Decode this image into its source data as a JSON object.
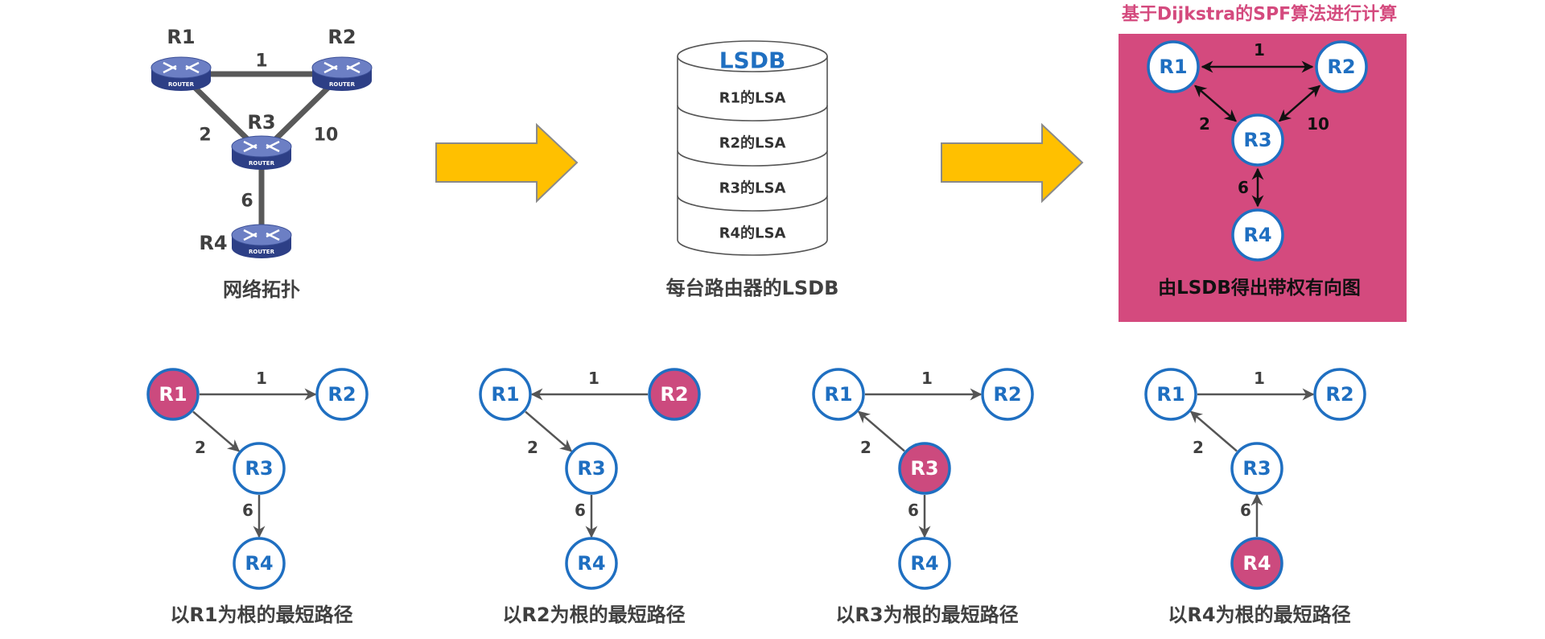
{
  "topology": {
    "caption": "网络拓扑",
    "routers": [
      {
        "id": "r1",
        "label": "R1",
        "icon_text": "ROUTER"
      },
      {
        "id": "r2",
        "label": "R2",
        "icon_text": "ROUTER"
      },
      {
        "id": "r3",
        "label": "R3",
        "icon_text": "ROUTER"
      },
      {
        "id": "r4",
        "label": "R4",
        "icon_text": "ROUTER"
      }
    ],
    "links": [
      {
        "from": "r1",
        "to": "r2",
        "cost": "1"
      },
      {
        "from": "r1",
        "to": "r3",
        "cost": "2"
      },
      {
        "from": "r2",
        "to": "r3",
        "cost": "10"
      },
      {
        "from": "r3",
        "to": "r4",
        "cost": "6"
      }
    ]
  },
  "lsdb": {
    "title": "LSDB",
    "entries": [
      "R1的LSA",
      "R2的LSA",
      "R3的LSA",
      "R4的LSA"
    ],
    "caption": "每台路由器的LSDB"
  },
  "graph": {
    "header": "基于Dijkstra的SPF算法进行计算",
    "caption": "由LSDB得出带权有向图",
    "nodes": [
      "R1",
      "R2",
      "R3",
      "R4"
    ],
    "edges": [
      {
        "a": "R1",
        "b": "R2",
        "cost": "1"
      },
      {
        "a": "R1",
        "b": "R3",
        "cost": "2"
      },
      {
        "a": "R2",
        "b": "R3",
        "cost": "10"
      },
      {
        "a": "R3",
        "b": "R4",
        "cost": "6"
      }
    ]
  },
  "trees": [
    {
      "root": "R1",
      "caption": "以R1为根的最短路径",
      "edges": [
        {
          "from": "R1",
          "to": "R2",
          "cost": "1"
        },
        {
          "from": "R1",
          "to": "R3",
          "cost": "2"
        },
        {
          "from": "R3",
          "to": "R4",
          "cost": "6"
        }
      ]
    },
    {
      "root": "R2",
      "caption": "以R2为根的最短路径",
      "edges": [
        {
          "from": "R2",
          "to": "R1",
          "cost": "1"
        },
        {
          "from": "R1",
          "to": "R3",
          "cost": "2"
        },
        {
          "from": "R3",
          "to": "R4",
          "cost": "6"
        }
      ]
    },
    {
      "root": "R3",
      "caption": "以R3为根的最短路径",
      "edges": [
        {
          "from": "R1",
          "to": "R2",
          "cost": "1"
        },
        {
          "from": "R3",
          "to": "R1",
          "cost": "2"
        },
        {
          "from": "R3",
          "to": "R4",
          "cost": "6"
        }
      ]
    },
    {
      "root": "R4",
      "caption": "以R4为根的最短路径",
      "edges": [
        {
          "from": "R1",
          "to": "R2",
          "cost": "1"
        },
        {
          "from": "R3",
          "to": "R1",
          "cost": "2"
        },
        {
          "from": "R4",
          "to": "R3",
          "cost": "6"
        }
      ]
    }
  ],
  "colors": {
    "node_stroke": "#1f6fc1",
    "node_text": "#1f6fc1",
    "root_fill": "#cc4a7e",
    "panel_fill": "#d44a7e",
    "arrow_fill": "#ffc000",
    "arrow_stroke": "#8a8a8a",
    "edge": "#555555",
    "lsdb_title": "#1f6fc1",
    "text_dark": "#404040",
    "header_text": "#d44a7e"
  }
}
